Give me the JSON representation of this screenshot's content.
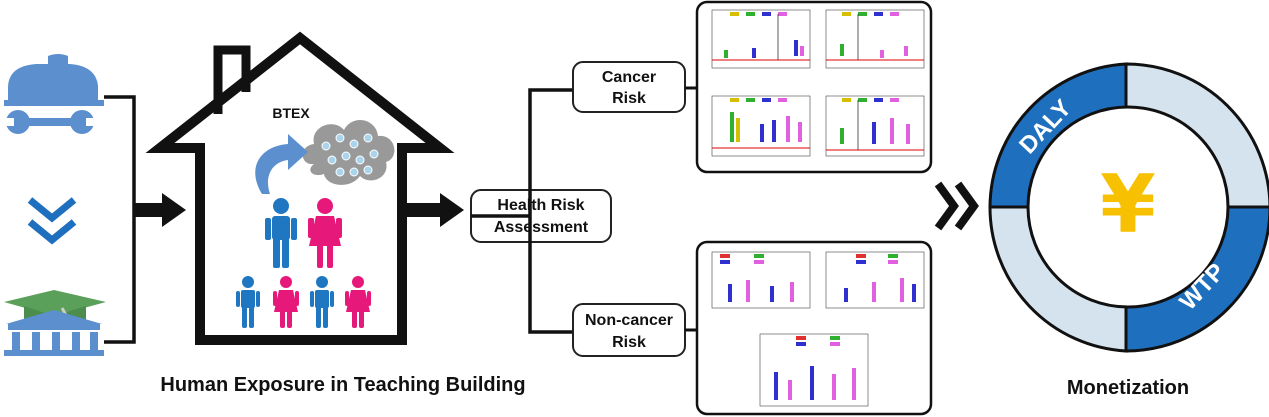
{
  "labels": {
    "btex": "BTEX",
    "house_caption": "Human Exposure in Teaching Building",
    "health_line1": "Health Risk",
    "health_line2": "Assessment",
    "cancer_line1": "Cancer",
    "cancer_line2": "Risk",
    "noncancer_line1": "Non-cancer",
    "noncancer_line2": "Risk",
    "daly": "DALY",
    "wtp": "WTP",
    "yen": "¥",
    "monetization": "Monetization"
  },
  "colors": {
    "blue_icon": "#5b8fce",
    "man": "#1f77c2",
    "woman": "#e6197a",
    "cloud": "#999999",
    "bubble": "#a9d4ec",
    "ring_dark": "#1f6fbf",
    "ring_light": "#d4e3ee",
    "yen": "#f7c000"
  },
  "icons": {
    "worker": "hardhat-wrench-icon",
    "transition": "double-chevron-down-icon",
    "school": "graduation-cap-building-icon",
    "flow": "curved-arrow-icon"
  }
}
